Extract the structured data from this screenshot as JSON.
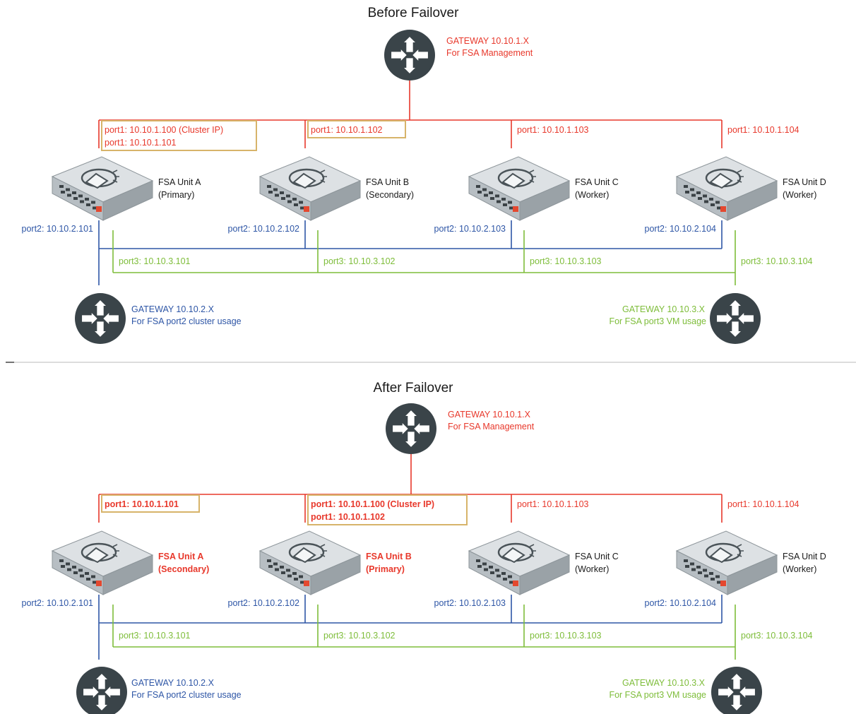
{
  "colors": {
    "management": "#e8382b",
    "port2": "#2e56a6",
    "port3": "#7ebd3a",
    "highlight_box": "#d7b46a",
    "router": "#3a4449",
    "device_body": "#c9cfd3",
    "device_accent": "#e4482f",
    "normal_text": "#1a1a1a"
  },
  "panels": [
    {
      "title": "Before Failover",
      "mgmt_gateway": {
        "line1": "GATEWAY 10.10.1.X",
        "line2": "For FSA Management",
        "icon": "router-icon"
      },
      "port2_gateway": {
        "line1": "GATEWAY 10.10.2.X",
        "line2": "For FSA port2 cluster usage",
        "icon": "router-icon"
      },
      "port3_gateway": {
        "line1": "GATEWAY 10.10.3.X",
        "line2": "For FSA port3 VM usage",
        "icon": "router-icon"
      },
      "units": [
        {
          "name": "FSA Unit A",
          "role": "(Primary)",
          "highlight": false,
          "port1": [
            "port1: 10.10.1.100 (Cluster IP)",
            "port1: 10.10.1.101"
          ],
          "port1_boxed": true,
          "port2": "port2: 10.10.2.101",
          "port3": "port3: 10.10.3.101",
          "icon": "fortisandbox-appliance-icon"
        },
        {
          "name": "FSA Unit B",
          "role": "(Secondary)",
          "highlight": false,
          "port1": [
            "port1: 10.10.1.102"
          ],
          "port1_boxed": true,
          "port2": "port2: 10.10.2.102",
          "port3": "port3: 10.10.3.102",
          "icon": "fortisandbox-appliance-icon"
        },
        {
          "name": "FSA Unit C",
          "role": "(Worker)",
          "highlight": false,
          "port1": [
            "port1: 10.10.1.103"
          ],
          "port1_boxed": false,
          "port2": "port2: 10.10.2.103",
          "port3": "port3: 10.10.3.103",
          "icon": "fortisandbox-appliance-icon"
        },
        {
          "name": "FSA Unit D",
          "role": "(Worker)",
          "highlight": false,
          "port1": [
            "port1: 10.10.1.104"
          ],
          "port1_boxed": false,
          "port2": "port2: 10.10.2.104",
          "port3": "port3: 10.10.3.104",
          "icon": "fortisandbox-appliance-icon"
        }
      ]
    },
    {
      "title": "After Failover",
      "mgmt_gateway": {
        "line1": "GATEWAY 10.10.1.X",
        "line2": "For FSA Management",
        "icon": "router-icon"
      },
      "port2_gateway": {
        "line1": "GATEWAY 10.10.2.X",
        "line2": "For FSA port2 cluster usage",
        "icon": "router-icon"
      },
      "port3_gateway": {
        "line1": "GATEWAY 10.10.3.X",
        "line2": "For FSA port3 VM usage",
        "icon": "router-icon"
      },
      "units": [
        {
          "name": "FSA Unit A",
          "role": "(Secondary)",
          "highlight": true,
          "port1": [
            "port1: 10.10.1.101"
          ],
          "port1_boxed": true,
          "port1_bold": true,
          "port2": "port2: 10.10.2.101",
          "port3": "port3: 10.10.3.101",
          "icon": "fortisandbox-appliance-icon"
        },
        {
          "name": "FSA Unit B",
          "role": "(Primary)",
          "highlight": true,
          "port1": [
            "port1: 10.10.1.100 (Cluster IP)",
            "port1: 10.10.1.102"
          ],
          "port1_boxed": true,
          "port1_bold": true,
          "port2": "port2: 10.10.2.102",
          "port3": "port3: 10.10.3.102",
          "icon": "fortisandbox-appliance-icon"
        },
        {
          "name": "FSA Unit C",
          "role": "(Worker)",
          "highlight": false,
          "port1": [
            "port1: 10.10.1.103"
          ],
          "port1_boxed": false,
          "port2": "port2: 10.10.2.103",
          "port3": "port3: 10.10.3.103",
          "icon": "fortisandbox-appliance-icon"
        },
        {
          "name": "FSA Unit D",
          "role": "(Worker)",
          "highlight": false,
          "port1": [
            "port1: 10.10.1.104"
          ],
          "port1_boxed": false,
          "port2": "port2: 10.10.2.104",
          "port3": "port3: 10.10.3.104",
          "icon": "fortisandbox-appliance-icon"
        }
      ]
    }
  ]
}
